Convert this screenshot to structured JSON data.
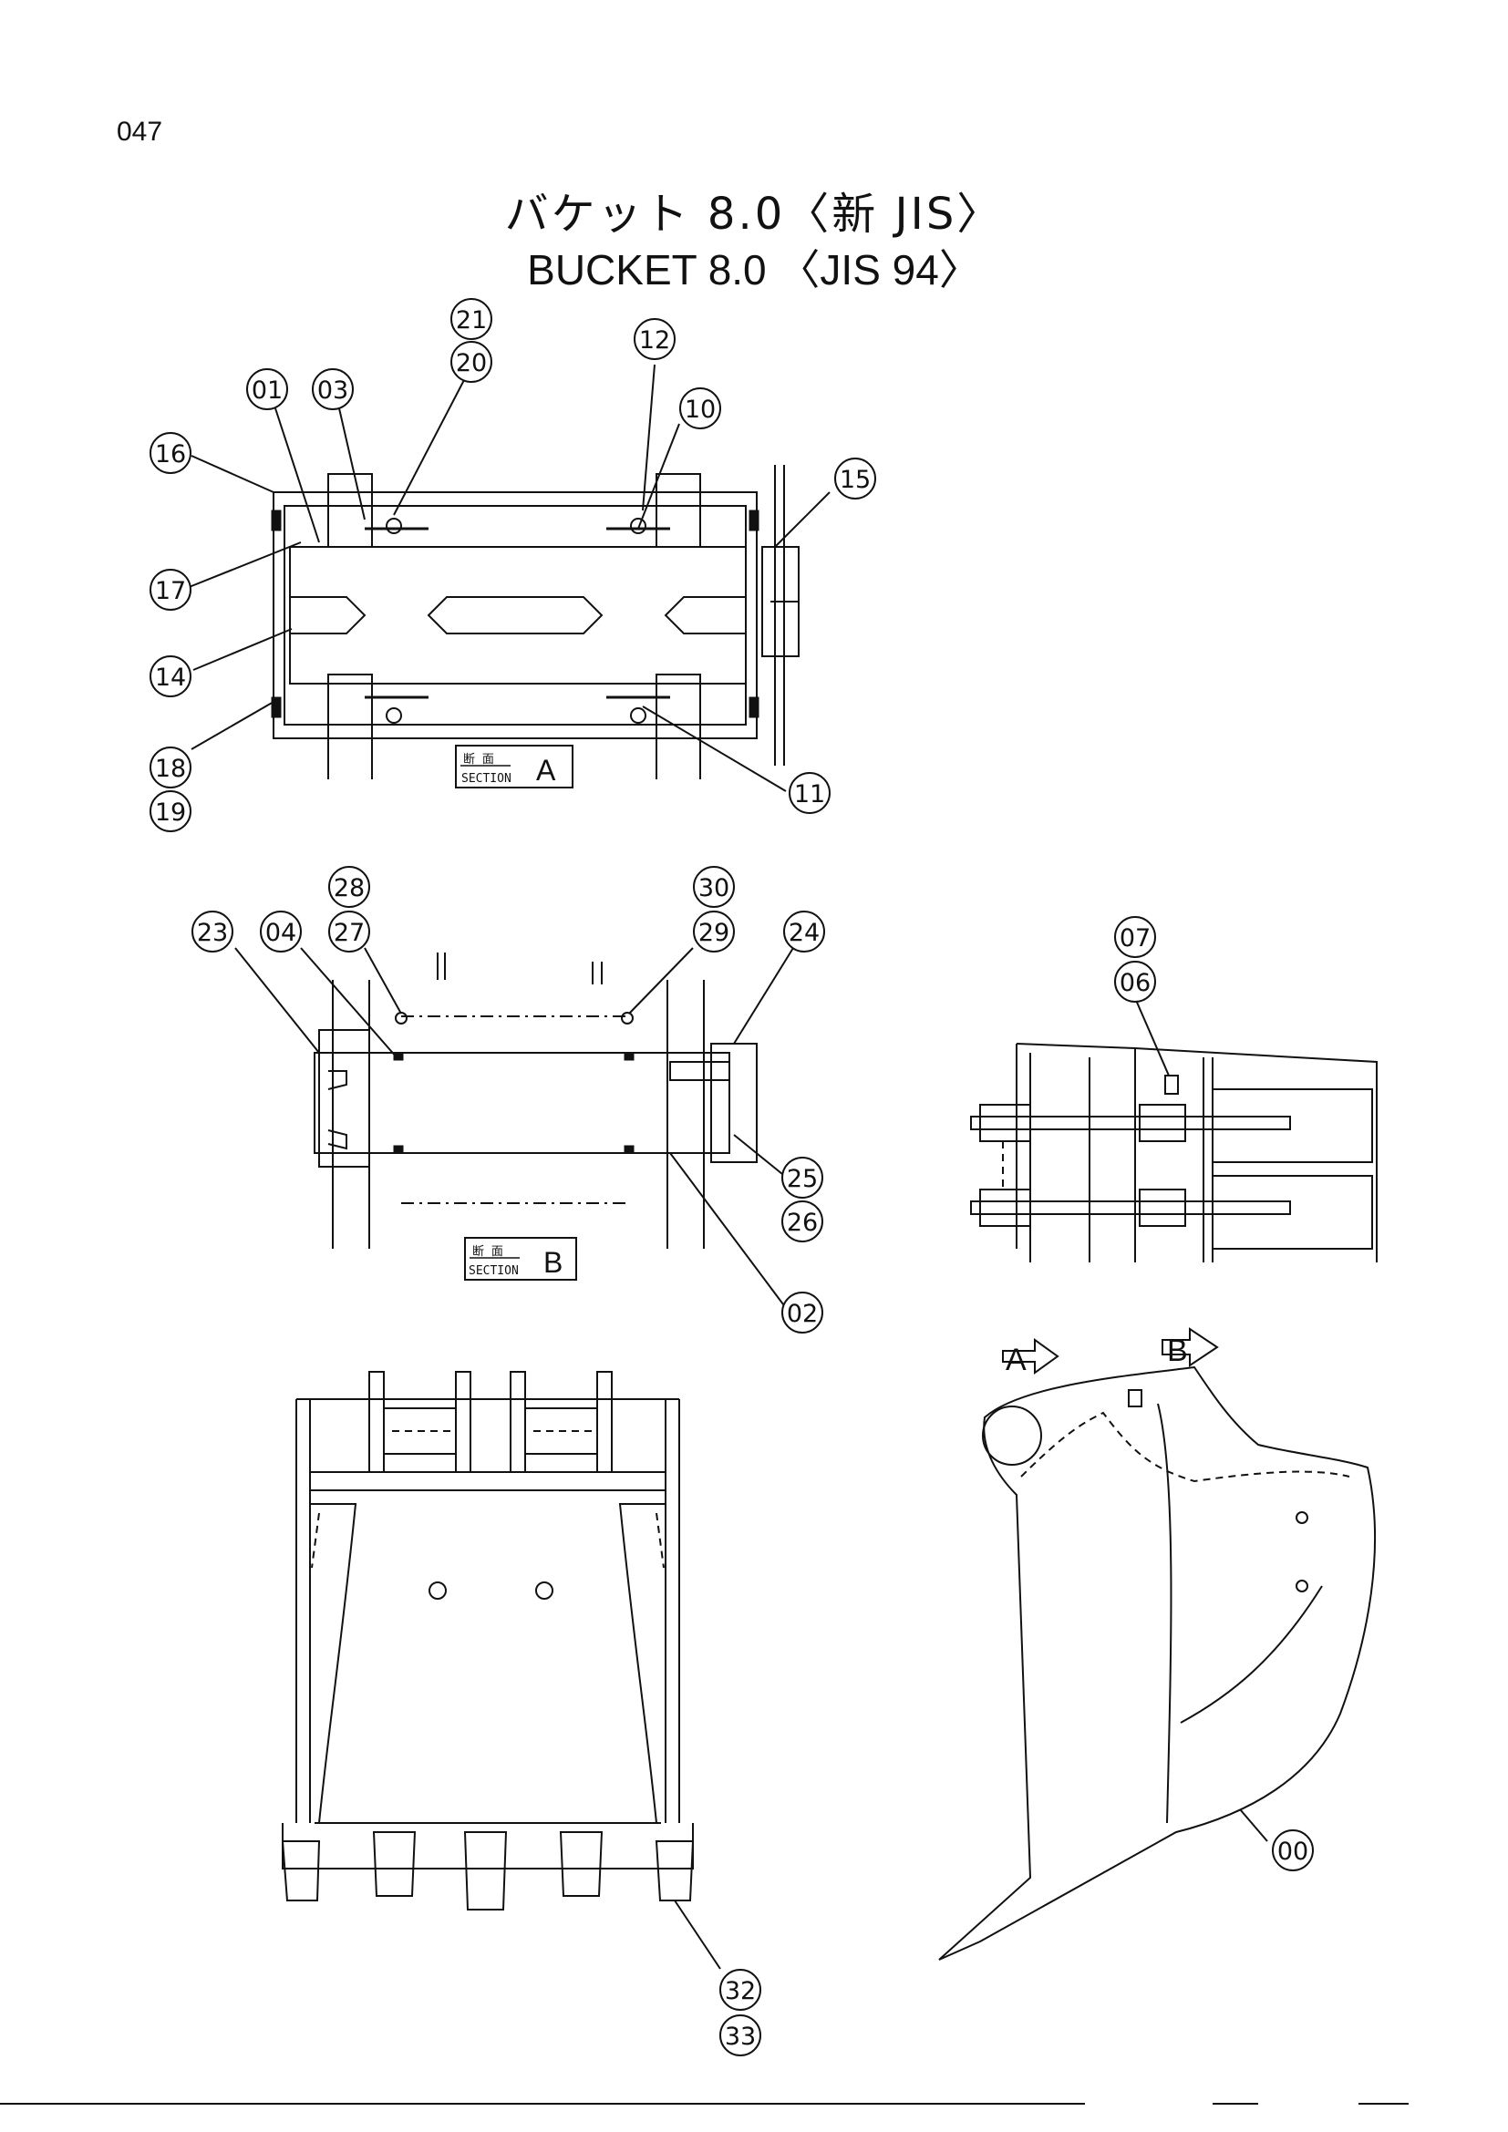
{
  "page_number": "047",
  "title_jp": "バケット 8.0〈新 JIS〉",
  "title_en": "BUCKET  8.0 〈JIS 94〉",
  "section_a": {
    "kanji": "断 面",
    "word": "SECTION",
    "letter": "A"
  },
  "section_b": {
    "kanji": "断 面",
    "word": "SECTION",
    "letter": "B"
  },
  "view_arrows": {
    "a": "A",
    "b": "B"
  },
  "callouts": {
    "c00": "00",
    "c01": "01",
    "c02": "02",
    "c03": "03",
    "c04": "04",
    "c06": "06",
    "c07": "07",
    "c10": "10",
    "c11": "11",
    "c12": "12",
    "c14": "14",
    "c15": "15",
    "c16": "16",
    "c17": "17",
    "c18": "18",
    "c19": "19",
    "c20": "20",
    "c21": "21",
    "c23": "23",
    "c24": "24",
    "c25": "25",
    "c26": "26",
    "c27": "27",
    "c28": "28",
    "c29": "29",
    "c30": "30",
    "c32": "32",
    "c33": "33"
  }
}
